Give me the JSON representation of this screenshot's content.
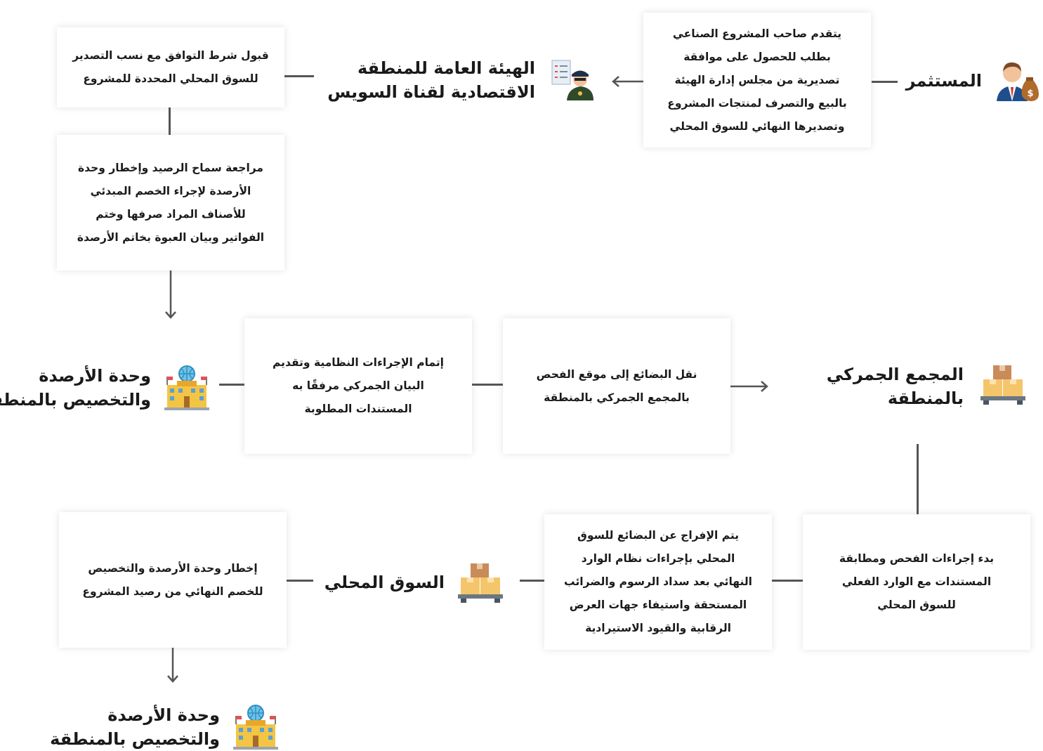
{
  "actors": {
    "investor": {
      "lines": [
        "المستثمر"
      ],
      "icon": "investor-icon"
    },
    "authority": {
      "lines": [
        "الهيئة العامة للمنطقة",
        "الاقتصادية لقناة السويس"
      ],
      "icon": "officer-checklist-icon"
    },
    "balances_unit": {
      "lines": [
        "وحدة الأرصدة",
        "والتخصيص بالمنطقة"
      ],
      "icon": "building-globe-icon"
    },
    "customs_complex": {
      "lines": [
        "المجمع الجمركي",
        "بالمنطقة"
      ],
      "icon": "boxes-pallet-icon"
    },
    "local_market": {
      "lines": [
        "السوق المحلي"
      ],
      "icon": "boxes-pallet-icon"
    },
    "balances_unit_final": {
      "lines": [
        "وحدة الأرصدة",
        "والتخصيص بالمنطقة"
      ],
      "icon": "building-globe-icon"
    }
  },
  "steps": [
    {
      "lines": [
        "يتقدم صاحب المشروع الصناعي",
        "بطلب للحصول على موافقة",
        "تصديرية من مجلس إدارة الهيئة",
        "بالبيع والتصرف لمنتجات المشروع",
        "وتصديرها النهائي للسوق المحلي"
      ]
    },
    {
      "lines": [
        "قبول شرط التوافق مع نسب التصدير",
        "للسوق المحلي المحددة للمشروع"
      ]
    },
    {
      "lines": [
        "مراجعة سماح الرصيد وإخطار وحدة",
        "الأرصدة لإجراء الخصم المبدئي",
        "للأصناف المراد صرفها وختم",
        "الفواتير وبيان العبوة بخاتم الأرصدة"
      ]
    },
    {
      "lines": [
        "إتمام الإجراءات النظامية وتقديم",
        "البيان الجمركي مرفقًا به",
        "المستندات المطلوبة"
      ]
    },
    {
      "lines": [
        "نقل البضائع إلى موقع الفحص",
        "بالمجمع الجمركي بالمنطقة"
      ]
    },
    {
      "lines": [
        "بدء إجراءات الفحص ومطابقة",
        "المستندات مع الوارد الفعلي",
        "للسوق المحلي"
      ]
    },
    {
      "lines": [
        "يتم الإفراج عن البضائع للسوق",
        "المحلي بإجراءات نظام الوارد",
        "النهائي بعد سداد الرسوم والضرائب",
        "المستحقة واستيفاء جهات العرض",
        "الرقابية والقيود الاستيرادية"
      ]
    },
    {
      "lines": [
        "إخطار وحدة الأرصدة والتخصيص",
        "للخصم النهائي من رصيد المشروع"
      ]
    }
  ],
  "colors": {
    "line": "#555555",
    "text": "#1a1a1a"
  }
}
